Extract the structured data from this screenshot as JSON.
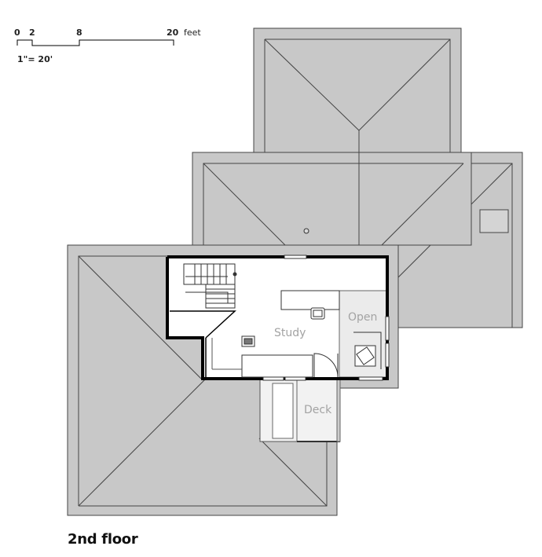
{
  "scale": {
    "ticks": [
      "0",
      "2",
      "8",
      "20"
    ],
    "unit": "feet",
    "ratio": "1\"= 20'"
  },
  "rooms": {
    "study": "Study",
    "open": "Open",
    "deck": "Deck"
  },
  "floor_title": "2nd floor",
  "colors": {
    "roof": "#c8c8c8",
    "wall": "#000000",
    "interior": "#ffffff",
    "open_area": "#ebebeb",
    "label": "#a3a3a3"
  }
}
